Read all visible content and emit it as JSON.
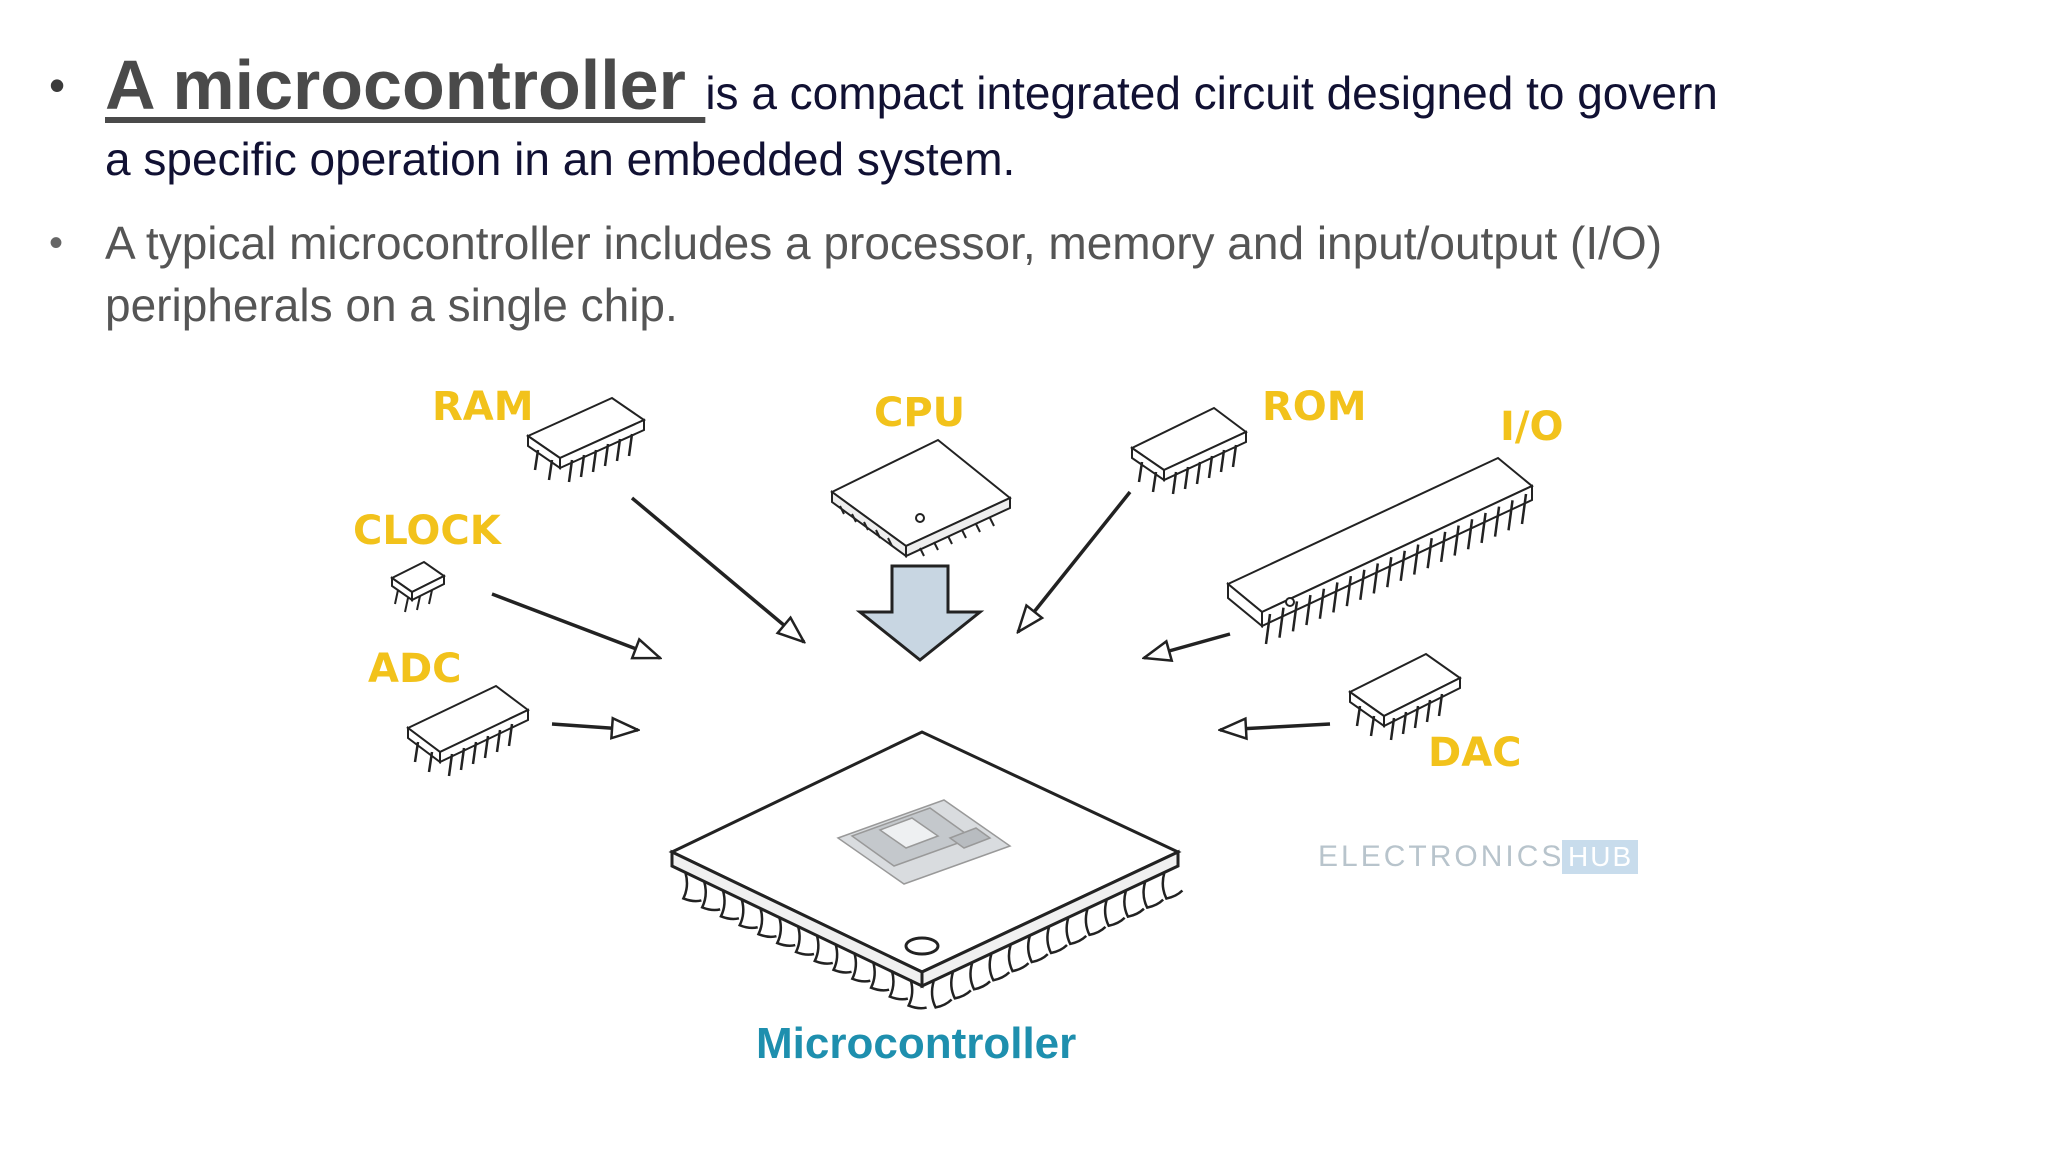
{
  "bullets": {
    "b1_term": "A microcontroller ",
    "b1_line1_rest": "is a compact integrated circuit designed to govern",
    "b1_line2": "a specific operation in an embedded system.",
    "b2_line1": "A typical microcontroller includes a processor, memory and input/output (I/O)",
    "b2_line2": "peripherals on a single chip."
  },
  "diagram": {
    "labels": {
      "ram": "RAM",
      "cpu": "CPU",
      "rom": "ROM",
      "io": "I/O",
      "clock": "CLOCK",
      "adc": "ADC",
      "dac": "DAC"
    },
    "caption": "Microcontroller",
    "watermark_left": "ELECTRONICS",
    "watermark_right": "HUB",
    "colors": {
      "label": "#f2c21b",
      "caption": "#1e8fae",
      "arrow_fill": "#c8d6e2",
      "chip_fill": "#ffffff",
      "stroke": "#222222"
    }
  }
}
